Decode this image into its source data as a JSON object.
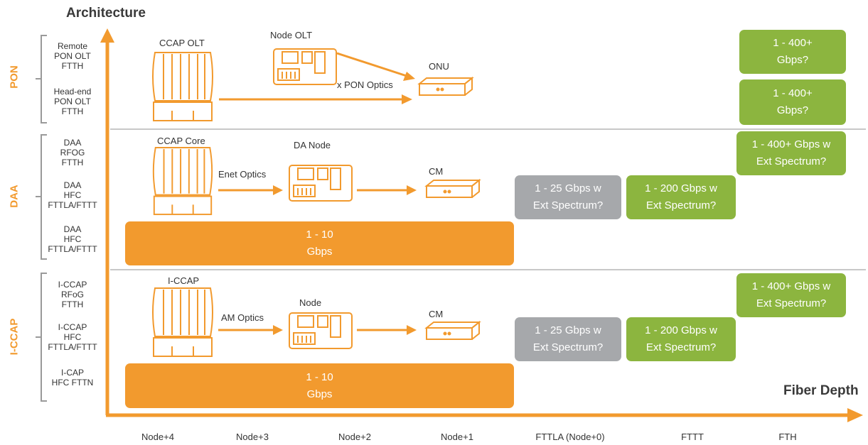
{
  "axis": {
    "y_title": "Architecture",
    "x_title": "Fiber Depth"
  },
  "x_ticks": [
    "Node+4",
    "Node+3",
    "Node+2",
    "Node+1",
    "FTTLA (Node+0)",
    "FTTT",
    "FTH"
  ],
  "groups": {
    "pon": {
      "label": "PON",
      "subs": [
        [
          "Remote",
          "PON OLT",
          "FTTH"
        ],
        [
          "Head-end",
          "PON OLT",
          "FTTH"
        ]
      ]
    },
    "daa": {
      "label": "DAA",
      "subs": [
        [
          "DAA",
          "RFOG",
          "FTTH"
        ],
        [
          "DAA",
          "HFC",
          "FTTLA/FTTT"
        ],
        [
          "DAA",
          "HFC",
          "FTTLA/FTTT"
        ]
      ]
    },
    "iccap": {
      "label": "I-CCAP",
      "subs": [
        [
          "I-CCAP",
          "RFoG",
          "FTTH"
        ],
        [
          "I-CCAP",
          "HFC",
          "FTTLA/FTTT"
        ],
        [
          "I-CAP",
          "HFC FTTN"
        ]
      ]
    }
  },
  "devices": {
    "pon_ccap": "CCAP OLT",
    "pon_node": "Node OLT",
    "pon_onu": "ONU",
    "pon_optics": "x PON Optics",
    "daa_ccap": "CCAP Core",
    "daa_node": "DA Node",
    "daa_cm": "CM",
    "daa_optics": "Enet Optics",
    "iccap_ccap": "I-CCAP",
    "iccap_node": "Node",
    "iccap_cm": "CM",
    "iccap_optics": "AM Optics"
  },
  "boxes": {
    "pon_box1": [
      "1 - 400+",
      "Gbps?"
    ],
    "pon_box2": [
      "1 - 400+",
      "Gbps?"
    ],
    "daa_box_fth": [
      "1 - 400+ Gbps w",
      "Ext Spectrum?"
    ],
    "daa_box_fttla": [
      "1 - 25 Gbps w",
      "Ext Spectrum?"
    ],
    "daa_box_fttt": [
      "1 - 200 Gbps w",
      "Ext Spectrum?"
    ],
    "daa_box_orange": [
      "1 - 10",
      "Gbps"
    ],
    "iccap_box_fth": [
      "1 - 400+ Gbps w",
      "Ext Spectrum?"
    ],
    "iccap_box_fttla": [
      "1 - 25 Gbps w",
      "Ext Spectrum?"
    ],
    "iccap_box_fttt": [
      "1 - 200 Gbps w",
      "Ext Spectrum?"
    ],
    "iccap_box_orange": [
      "1 - 10",
      "Gbps"
    ]
  },
  "colors": {
    "orange": "#f29a2e",
    "green": "#8cb53f",
    "grey": "#a6a8ab"
  },
  "icons": {
    "ccap": "chassis-icon",
    "node": "node-icon",
    "modem": "modem-icon"
  }
}
